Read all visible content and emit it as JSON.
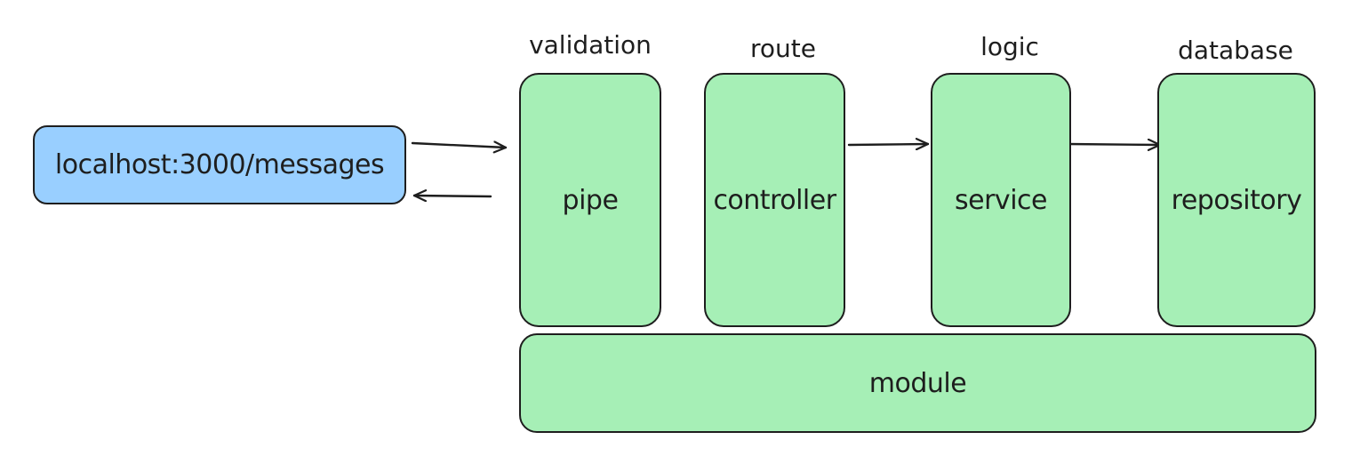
{
  "client": {
    "label": "localhost:3000/messages"
  },
  "layers": [
    {
      "heading": "validation",
      "box_label": "pipe"
    },
    {
      "heading": "route",
      "box_label": "controller"
    },
    {
      "heading": "logic",
      "box_label": "service"
    },
    {
      "heading": "database",
      "box_label": "repository"
    }
  ],
  "module": {
    "label": "module"
  },
  "colors": {
    "client_fill": "#99cfff",
    "layer_fill": "#a6efb6",
    "stroke": "#1e1e1e"
  }
}
